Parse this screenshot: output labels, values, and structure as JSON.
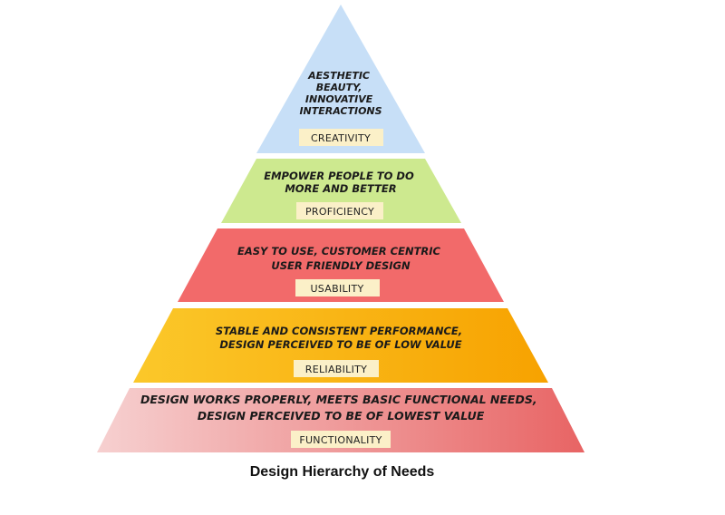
{
  "caption": "Design Hierarchy of Needs",
  "levels": [
    {
      "key": "creativity",
      "lines": [
        "AESTHETIC",
        "BEAUTY,",
        "INNOVATIVE",
        "INTERACTIONS"
      ],
      "tag": "CREATIVITY",
      "color": "#c7dff7"
    },
    {
      "key": "proficiency",
      "lines": [
        "EMPOWER PEOPLE TO DO",
        "MORE AND BETTER"
      ],
      "tag": "PROFICIENCY",
      "color": "#cde98f"
    },
    {
      "key": "usability",
      "lines": [
        "EASY TO USE, CUSTOMER CENTRIC",
        "USER FRIENDLY DESIGN"
      ],
      "tag": "USABILITY",
      "color": "#f26a6a"
    },
    {
      "key": "reliability",
      "lines": [
        "STABLE AND CONSISTENT PERFORMANCE,",
        "DESIGN PERCEIVED TO BE OF LOW VALUE"
      ],
      "tag": "RELIABILITY",
      "color": "#f8ad0e"
    },
    {
      "key": "functionality",
      "lines": [
        "DESIGN WORKS PROPERLY, MEETS BASIC FUNCTIONAL NEEDS,",
        "DESIGN PERCEIVED TO BE OF LOWEST VALUE"
      ],
      "tag": "FUNCTIONALITY",
      "color": "#ec8080"
    }
  ]
}
